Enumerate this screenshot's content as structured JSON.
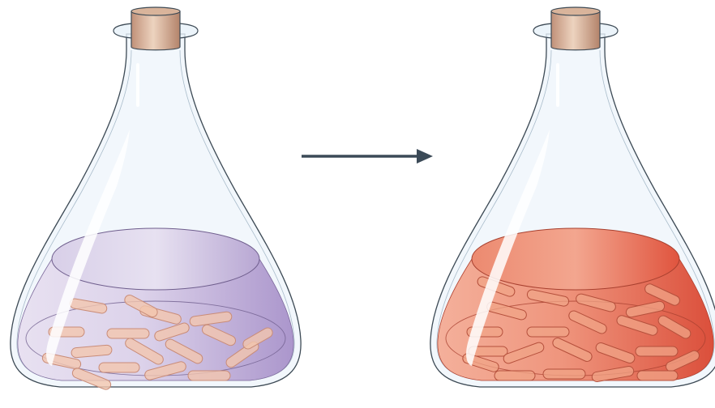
{
  "figure": {
    "description_visible_text": "",
    "colors": {
      "background": "#ffffff",
      "glass_outline": "#3d4a55",
      "glass_tint": "#eaf3fb",
      "cork_light": "#e2bfa6",
      "cork_dark": "#b98a6e",
      "arrow": "#3b4a57",
      "left_liquid_light": "#e6def0",
      "left_liquid_dark": "#b3a0cf",
      "right_liquid_light": "#f2a48f",
      "right_liquid_dark": "#de5a45",
      "bacteria_fill": "#f2c6ae",
      "bacteria_stroke": "#c98c78"
    },
    "flasks": [
      {
        "name": "before",
        "liquid": "purple",
        "bacteria_count": 18
      },
      {
        "name": "after",
        "liquid": "red-orange",
        "bacteria_count": 22
      }
    ],
    "arrow": {
      "direction": "right",
      "meaning": "transition"
    }
  }
}
